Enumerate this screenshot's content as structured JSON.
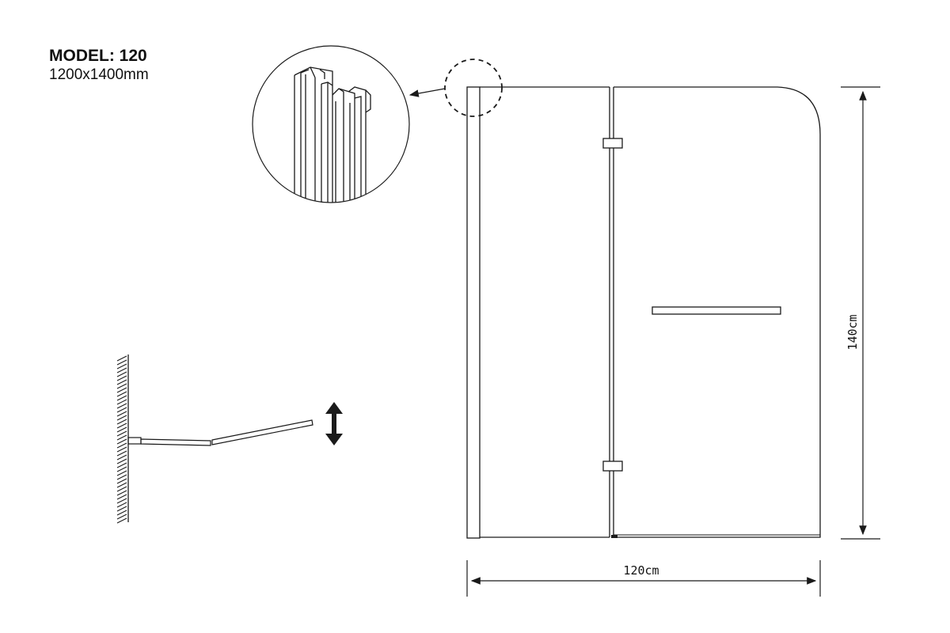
{
  "title": {
    "model_label": "MODEL:",
    "model_number": "120",
    "size": "1200x1400mm"
  },
  "dimensions": {
    "width_label": "120cm",
    "height_label": "140cm"
  },
  "icons": {
    "detail_callout": "profile-detail-magnifier",
    "adjust_arrow": "double-arrow-vertical-icon"
  },
  "colors": {
    "line": "#1a1a1a",
    "background": "#ffffff"
  }
}
